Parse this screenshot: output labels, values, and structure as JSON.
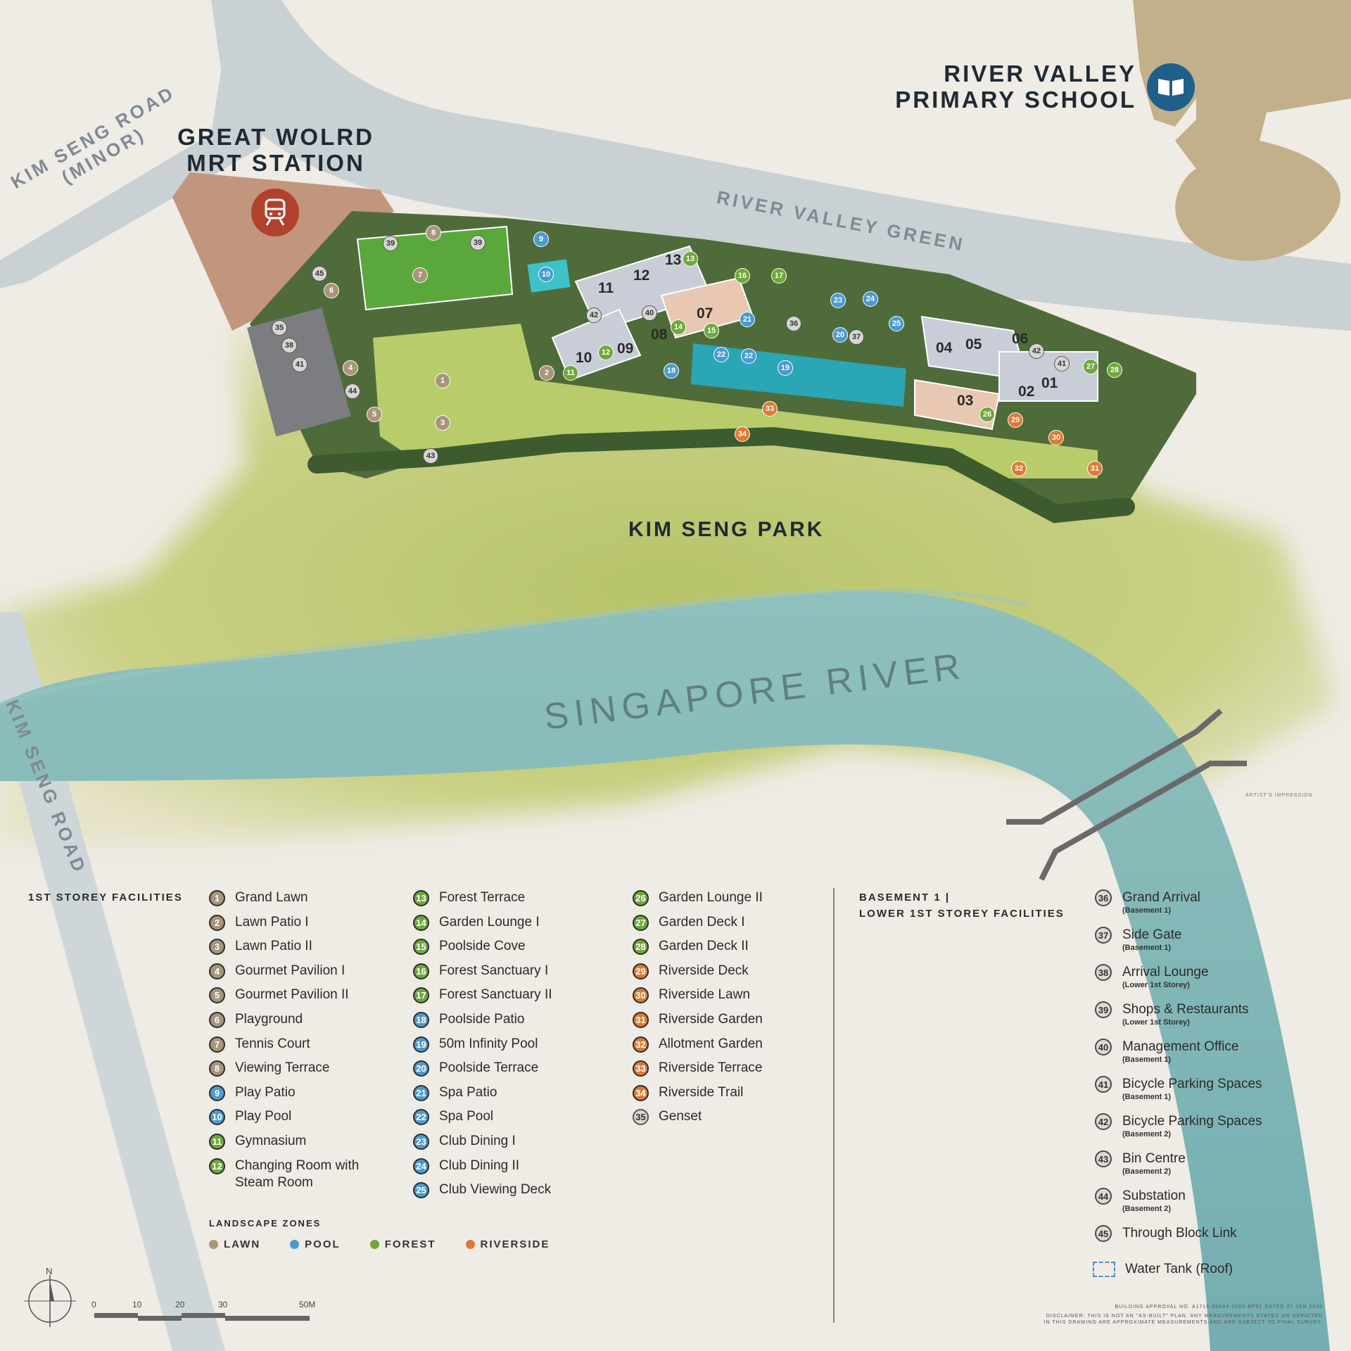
{
  "map": {
    "roads": {
      "kim_seng_road_minor_line1": "KIM SENG ROAD",
      "kim_seng_road_minor_line2": "(MINOR)",
      "river_valley_green": "RIVER VALLEY GREEN",
      "kim_seng_road": "KIM SENG ROAD"
    },
    "places": {
      "mrt_line1": "GREAT WOLRD",
      "mrt_line2": "MRT STATION",
      "school_line1": "RIVER VALLEY",
      "school_line2": "PRIMARY SCHOOL",
      "park": "KIM SENG PARK",
      "river": "SINGAPORE RIVER"
    },
    "icons": {
      "mrt": "train-icon",
      "school": "book-icon",
      "compass": "compass-icon"
    },
    "blocks": [
      "01",
      "02",
      "03",
      "04",
      "05",
      "06",
      "07",
      "08",
      "09",
      "10",
      "11",
      "12",
      "13"
    ],
    "artist_impression": "ARTIST'S IMPRESSION",
    "north": "N",
    "scale_labels": [
      "0",
      "10",
      "20",
      "30",
      "50M"
    ]
  },
  "colors": {
    "lawn": "#a8957a",
    "pool": "#4a9bd0",
    "forest": "#6ea83a",
    "riverside": "#de7a35",
    "basement": "#d8d6d2"
  },
  "legend": {
    "first_storey_title": "1ST STOREY FACILITIES",
    "items": [
      {
        "n": "1",
        "label": "Grand Lawn",
        "zone": "lawn"
      },
      {
        "n": "2",
        "label": "Lawn Patio I",
        "zone": "lawn"
      },
      {
        "n": "3",
        "label": "Lawn Patio II",
        "zone": "lawn"
      },
      {
        "n": "4",
        "label": "Gourmet Pavilion I",
        "zone": "lawn"
      },
      {
        "n": "5",
        "label": "Gourmet Pavilion II",
        "zone": "lawn"
      },
      {
        "n": "6",
        "label": "Playground",
        "zone": "lawn"
      },
      {
        "n": "7",
        "label": "Tennis Court",
        "zone": "lawn"
      },
      {
        "n": "8",
        "label": "Viewing Terrace",
        "zone": "lawn"
      },
      {
        "n": "9",
        "label": "Play Patio",
        "zone": "pool"
      },
      {
        "n": "10",
        "label": "Play Pool",
        "zone": "pool"
      },
      {
        "n": "11",
        "label": "Gymnasium",
        "zone": "forest"
      },
      {
        "n": "12",
        "label": "Changing Room with Steam Room",
        "zone": "forest"
      },
      {
        "n": "13",
        "label": "Forest Terrace",
        "zone": "forest"
      },
      {
        "n": "14",
        "label": "Garden Lounge I",
        "zone": "forest"
      },
      {
        "n": "15",
        "label": "Poolside Cove",
        "zone": "forest"
      },
      {
        "n": "16",
        "label": "Forest Sanctuary I",
        "zone": "forest"
      },
      {
        "n": "17",
        "label": "Forest Sanctuary II",
        "zone": "forest"
      },
      {
        "n": "18",
        "label": "Poolside Patio",
        "zone": "pool"
      },
      {
        "n": "19",
        "label": "50m Infinity Pool",
        "zone": "pool"
      },
      {
        "n": "20",
        "label": "Poolside Terrace",
        "zone": "pool"
      },
      {
        "n": "21",
        "label": "Spa Patio",
        "zone": "pool"
      },
      {
        "n": "22",
        "label": "Spa Pool",
        "zone": "pool"
      },
      {
        "n": "23",
        "label": "Club Dining I",
        "zone": "pool"
      },
      {
        "n": "24",
        "label": "Club Dining II",
        "zone": "pool"
      },
      {
        "n": "25",
        "label": "Club Viewing Deck",
        "zone": "pool"
      },
      {
        "n": "26",
        "label": "Garden Lounge II",
        "zone": "forest"
      },
      {
        "n": "27",
        "label": "Garden Deck I",
        "zone": "forest"
      },
      {
        "n": "28",
        "label": "Garden Deck II",
        "zone": "forest"
      },
      {
        "n": "29",
        "label": "Riverside Deck",
        "zone": "riverside"
      },
      {
        "n": "30",
        "label": "Riverside Lawn",
        "zone": "riverside"
      },
      {
        "n": "31",
        "label": "Riverside Garden",
        "zone": "riverside"
      },
      {
        "n": "32",
        "label": "Allotment Garden",
        "zone": "riverside"
      },
      {
        "n": "33",
        "label": "Riverside Terrace",
        "zone": "riverside"
      },
      {
        "n": "34",
        "label": "Riverside Trail",
        "zone": "riverside"
      },
      {
        "n": "35",
        "label": "Genset",
        "zone": "basement"
      }
    ],
    "zones_title": "LANDSCAPE ZONES",
    "zones": [
      {
        "label": "LAWN",
        "color": "#a8957a"
      },
      {
        "label": "POOL",
        "color": "#4a9bd0"
      },
      {
        "label": "FOREST",
        "color": "#6ea83a"
      },
      {
        "label": "RIVERSIDE",
        "color": "#de7a35"
      }
    ],
    "basement_title_line1": "BASEMENT 1 |",
    "basement_title_line2": "LOWER 1ST STOREY FACILITIES",
    "basement_items": [
      {
        "n": "36",
        "label": "Grand Arrival",
        "sub": "(Basement 1)"
      },
      {
        "n": "37",
        "label": "Side Gate",
        "sub": "(Basement 1)"
      },
      {
        "n": "38",
        "label": "Arrival Lounge",
        "sub": "(Lower 1st Storey)"
      },
      {
        "n": "39",
        "label": "Shops & Restaurants",
        "sub": "(Lower 1st Storey)"
      },
      {
        "n": "40",
        "label": "Management Office",
        "sub": "(Basement 1)"
      },
      {
        "n": "41",
        "label": "Bicycle Parking Spaces",
        "sub": "(Basement 1)"
      },
      {
        "n": "42",
        "label": "Bicycle Parking Spaces",
        "sub": "(Basement 2)"
      },
      {
        "n": "43",
        "label": "Bin Centre",
        "sub": "(Basement 2)"
      },
      {
        "n": "44",
        "label": "Substation",
        "sub": "(Basement 2)"
      },
      {
        "n": "45",
        "label": "Through Block Link",
        "sub": ""
      }
    ],
    "water_tank": "Water Tank (Roof)"
  },
  "footer": {
    "approval": "BUILDING APPROVAL NO. A1716-00044-2025-BP01 DATED 27 JAN 2026",
    "disclaimer_line1": "DISCLAIMER: THIS IS NOT AN \"AS-BUILT\" PLAN. ANY MEASUREMENTS STATED OR DEPICTED",
    "disclaimer_line2": "IN THIS DRAWING ARE APPROXIMATE MEASUREMENTS AND ARE SUBJECT TO FINAL SURVEY."
  }
}
